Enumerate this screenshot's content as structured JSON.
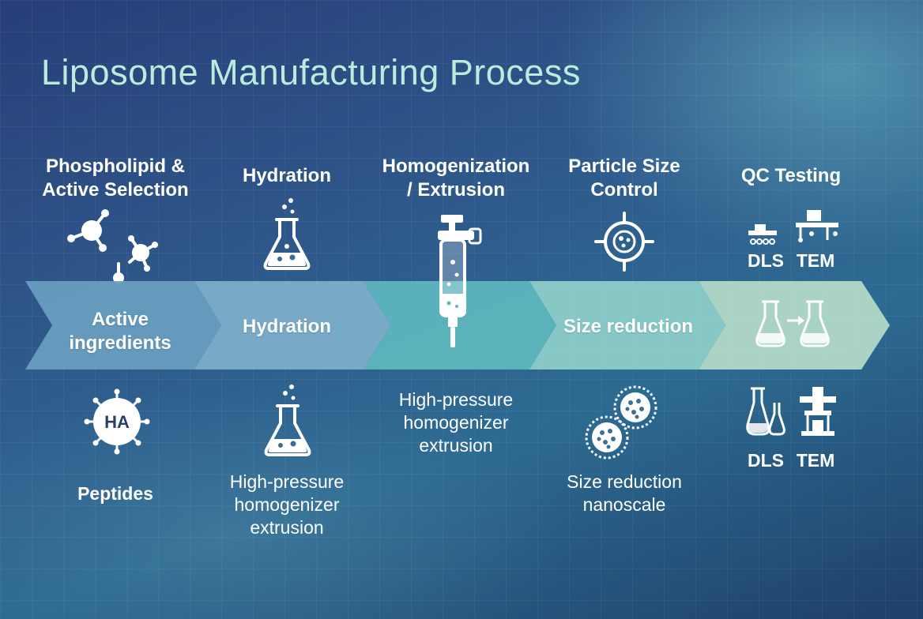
{
  "title": "Liposome Manufacturing Process",
  "steps": [
    {
      "heading_1": "Phospholipid &",
      "heading_2": "Active Selection",
      "chevron_1": "Active",
      "chevron_2": "ingredients",
      "below": "Peptides",
      "badge": "HA",
      "color": "#6a9fc0"
    },
    {
      "heading_1": "Hydration",
      "chevron_1": "Hydration",
      "below_1": "High-pressure",
      "below_2": "homogenizer",
      "below_3": "extrusion",
      "color": "#7fb0cc"
    },
    {
      "heading_1": "Homogenization",
      "heading_2": "/ Extrusion",
      "below_1": "High-pressure",
      "below_2": "homogenizer",
      "below_3": "extrusion",
      "color": "#5fb8bf"
    },
    {
      "heading_1": "Particle Size",
      "heading_2": "Control",
      "chevron_1": "Size reduction",
      "below_1": "Size reduction",
      "below_2": "nanoscale",
      "color": "#8fd0cb"
    },
    {
      "heading_1": "QC Testing",
      "top_left": "DLS",
      "top_right": "TEM",
      "bottom_left": "DLS",
      "bottom_right": "TEM",
      "color": "#b5dcc8"
    }
  ]
}
